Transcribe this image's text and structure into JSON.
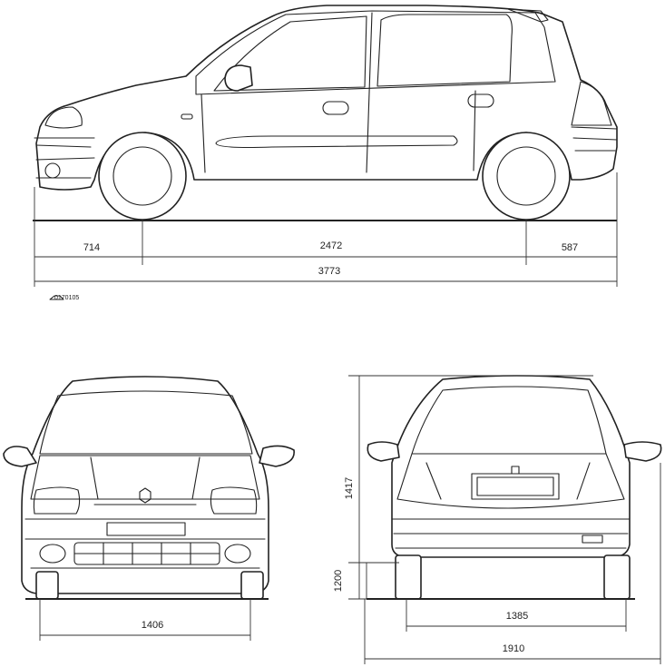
{
  "reference_code": "0170105",
  "side_view": {
    "front_overhang": "714",
    "wheelbase": "2472",
    "rear_overhang": "587",
    "overall_length": "3773"
  },
  "front_view": {
    "front_track": "1406"
  },
  "rear_view": {
    "overall_height": "1417",
    "mirror_height": "1200",
    "rear_track": "1385",
    "overall_width": "1910"
  }
}
